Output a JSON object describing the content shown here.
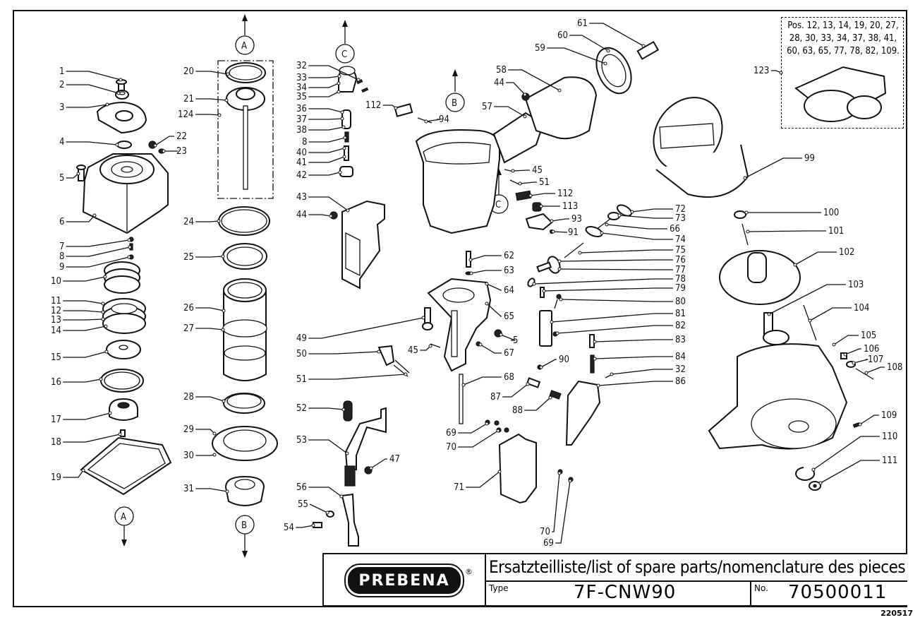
{
  "document": {
    "brand": "PREBENA",
    "registered_mark": "®",
    "title": "Ersatzteilliste/list of spare parts/nomenclature des pieces",
    "type_label": "Type",
    "type_value": "7F-CNW90",
    "number_label": "No.",
    "number_value": "70500011",
    "drawing_number": "220517"
  },
  "kit": {
    "callout": "123",
    "note_lines": [
      "Pos. 12, 13, 14, 19, 20, 27,",
      "28, 30, 33, 34, 37, 38, 41,",
      "60, 63, 65, 77, 78, 82, 109."
    ],
    "contents": [
      12,
      13,
      14,
      19,
      20,
      27,
      28,
      30,
      33,
      34,
      37,
      38,
      41,
      60,
      63,
      65,
      77,
      78,
      82,
      109
    ]
  },
  "connectors": [
    {
      "id": "A",
      "direction": "up",
      "label": "A"
    },
    {
      "id": "A",
      "direction": "down",
      "label": "A"
    },
    {
      "id": "B",
      "direction": "up",
      "label": "B"
    },
    {
      "id": "B",
      "direction": "down",
      "label": "B"
    },
    {
      "id": "C",
      "direction": "up",
      "label": "C"
    },
    {
      "id": "C",
      "direction": "up",
      "label": "C"
    }
  ],
  "callouts": {
    "c1": "1",
    "c2": "2",
    "c3": "3",
    "c4": "4",
    "c5": "5",
    "c6": "6",
    "c7": "7",
    "c8": "8",
    "c9": "9",
    "c10": "10",
    "c11": "11",
    "c12": "12",
    "c13": "13",
    "c14": "14",
    "c15": "15",
    "c16": "16",
    "c17": "17",
    "c18": "18",
    "c19": "19",
    "c20": "20",
    "c21": "21",
    "c22": "22",
    "c23": "23",
    "c24": "24",
    "c25": "25",
    "c26": "26",
    "c27": "27",
    "c28": "28",
    "c29": "29",
    "c30": "30",
    "c31": "31",
    "c32": "32",
    "c33": "33",
    "c34": "34",
    "c35": "35",
    "c36": "36",
    "c37": "37",
    "c38": "38",
    "c40": "40",
    "c41": "41",
    "c42": "42",
    "c43": "43",
    "c44": "44",
    "c45": "45",
    "c47": "47",
    "c49": "49",
    "c50": "50",
    "c51": "51",
    "c52": "52",
    "c53": "53",
    "c54": "54",
    "c55": "55",
    "c56": "56",
    "c57": "57",
    "c58": "58",
    "c59": "59",
    "c60": "60",
    "c61": "61",
    "c62": "62",
    "c63": "63",
    "c64": "64",
    "c65": "65",
    "c66": "66",
    "c67": "67",
    "c68": "68",
    "c69": "69",
    "c70": "70",
    "c71": "71",
    "c72": "72",
    "c73": "73",
    "c74": "74",
    "c75": "75",
    "c76": "76",
    "c77": "77",
    "c78": "78",
    "c79": "79",
    "c80": "80",
    "c81": "81",
    "c82": "82",
    "c83": "83",
    "c84": "84",
    "c86": "86",
    "c87": "87",
    "c88": "88",
    "c90": "90",
    "c91": "91",
    "c93": "93",
    "c94": "94",
    "c99": "99",
    "c100": "100",
    "c101": "101",
    "c102": "102",
    "c103": "103",
    "c104": "104",
    "c105": "105",
    "c106": "106",
    "c107": "107",
    "c108": "108",
    "c109": "109",
    "c110": "110",
    "c111": "111",
    "c112": "112",
    "c113": "113",
    "c123": "123",
    "c124": "124"
  }
}
